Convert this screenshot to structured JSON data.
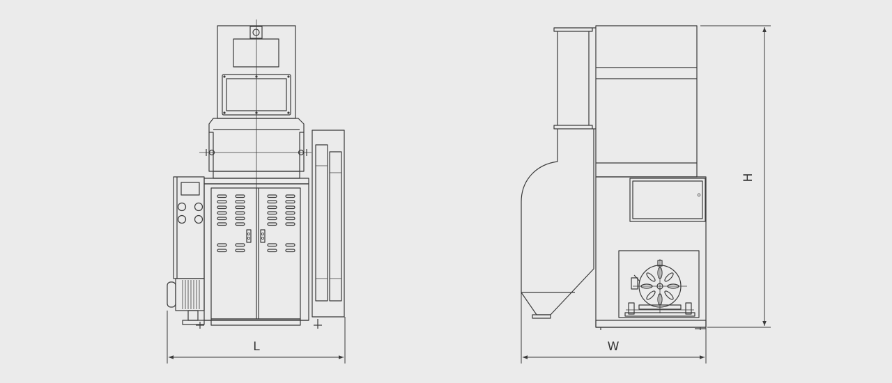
{
  "dimensions": {
    "length_label": "L",
    "width_label": "W",
    "height_label": "H"
  },
  "colors": {
    "background": "#ebebeb",
    "line": "#3a3a3a"
  }
}
